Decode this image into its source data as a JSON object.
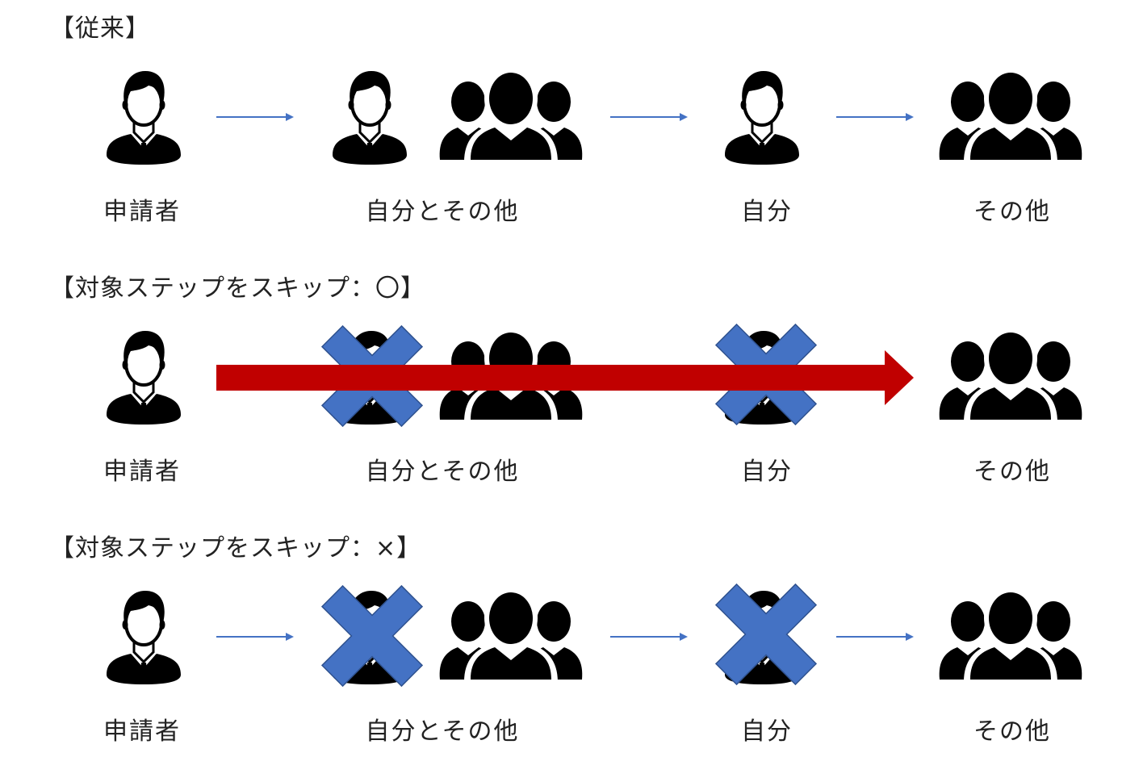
{
  "sections": [
    {
      "title": "【従来】",
      "mode": "normal",
      "labels": [
        "申請者",
        "自分とその他",
        "自分",
        "その他"
      ]
    },
    {
      "title": "【対象ステップをスキップ：〇】",
      "mode": "skip-arrow",
      "labels": [
        "申請者",
        "自分とその他",
        "自分",
        "その他"
      ]
    },
    {
      "title": "【対象ステップをスキップ：×】",
      "mode": "crossed",
      "labels": [
        "申請者",
        "自分とその他",
        "自分",
        "その他"
      ]
    }
  ],
  "icons": {
    "single": "person-icon",
    "group": "group-icon",
    "cross": "cross-mark-icon",
    "arrow": "arrow-icon",
    "skip": "skip-arrow-icon"
  },
  "colors": {
    "icon": "#000000",
    "arrow": "#4472c4",
    "cross": "#4472c4",
    "skip_arrow": "#c00000"
  }
}
